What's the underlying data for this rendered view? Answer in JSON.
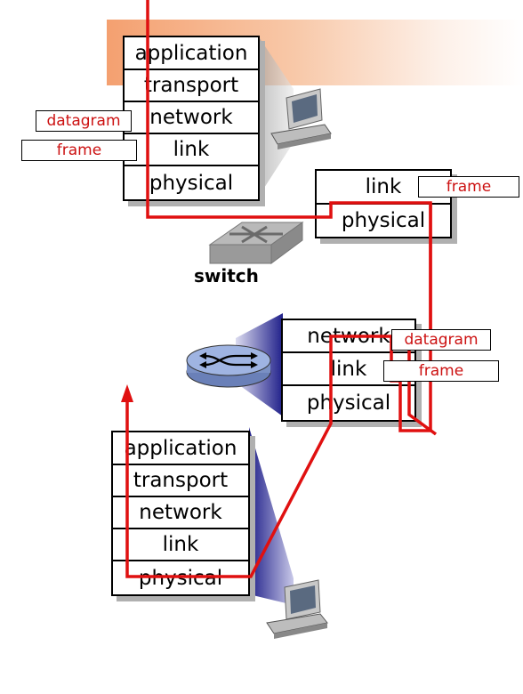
{
  "top_host": {
    "layers": [
      "application",
      "transport",
      "network",
      "link",
      "physical"
    ],
    "tags": {
      "datagram": "datagram",
      "frame": "frame"
    }
  },
  "switch": {
    "caption": "switch",
    "layers": [
      "link",
      "physical"
    ],
    "tags": {
      "frame": "frame"
    }
  },
  "router": {
    "layers": [
      "network",
      "link",
      "physical"
    ],
    "tags": {
      "datagram": "datagram",
      "frame": "frame"
    }
  },
  "bottom_host": {
    "layers": [
      "application",
      "transport",
      "network",
      "link",
      "physical"
    ]
  },
  "colors": {
    "path": "#e01010",
    "tag_text": "#cc1111",
    "banner": "#f4a070",
    "shadow": "#b0b0b0"
  }
}
